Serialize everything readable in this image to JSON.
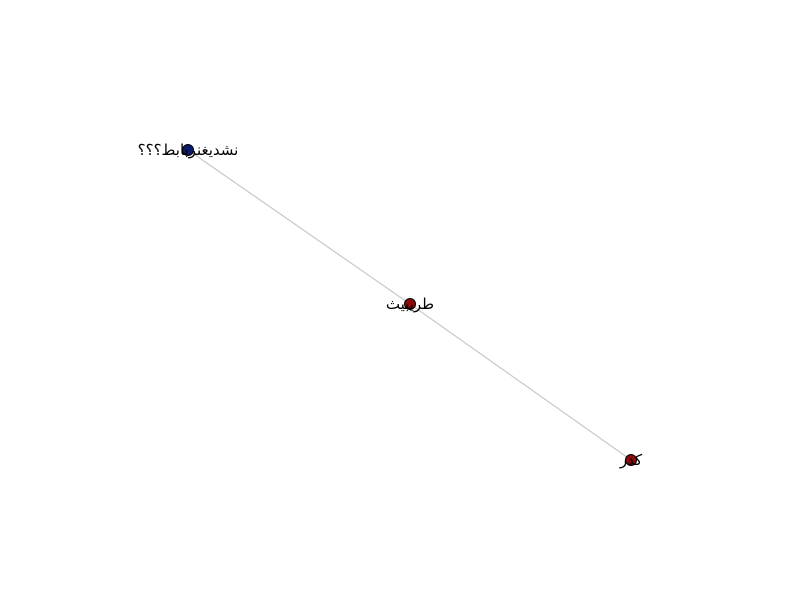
{
  "graph": {
    "nodes": [
      {
        "id": "n1",
        "label": "نشديغنربابط؟؟؟",
        "color": "#0b1a6e"
      },
      {
        "id": "n2",
        "label": "طريبيث",
        "color": "#8b0a0a"
      },
      {
        "id": "n3",
        "label": "كدر",
        "color": "#8b0a0a"
      }
    ],
    "edges": [
      {
        "source": "n1",
        "target": "n2"
      },
      {
        "source": "n2",
        "target": "n3"
      }
    ],
    "edge_color": "#c8c8c8",
    "node_outline_color": "#000000"
  }
}
